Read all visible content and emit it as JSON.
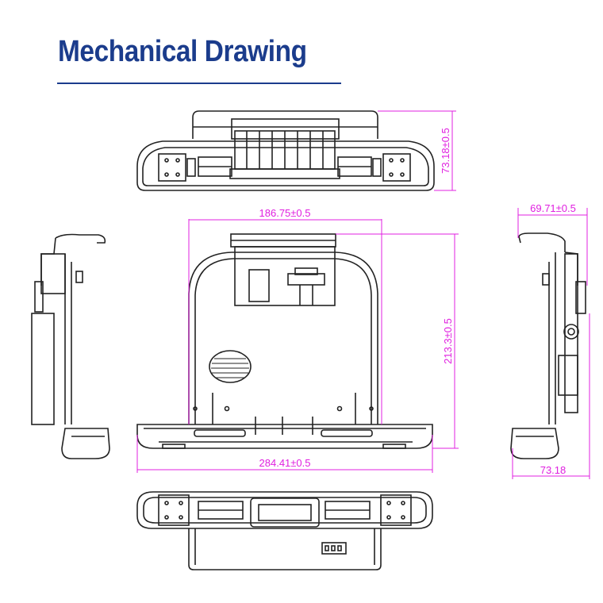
{
  "header": {
    "title": "Mechanical Drawing"
  },
  "dimensions": {
    "top_depth": "73.18±0.5",
    "front_inner_width": "186.75±0.5",
    "front_height": "213.3±0.5",
    "front_overall_width": "284.41±0.5",
    "side_top_depth": "69.71±0.5",
    "side_bottom_depth": "73.18"
  },
  "colors": {
    "title": "#1b3c8c",
    "title_rule": "#1b3c8c",
    "dimension": "#e020e0",
    "outline": "#222222",
    "fill": "#f4f4f4"
  }
}
